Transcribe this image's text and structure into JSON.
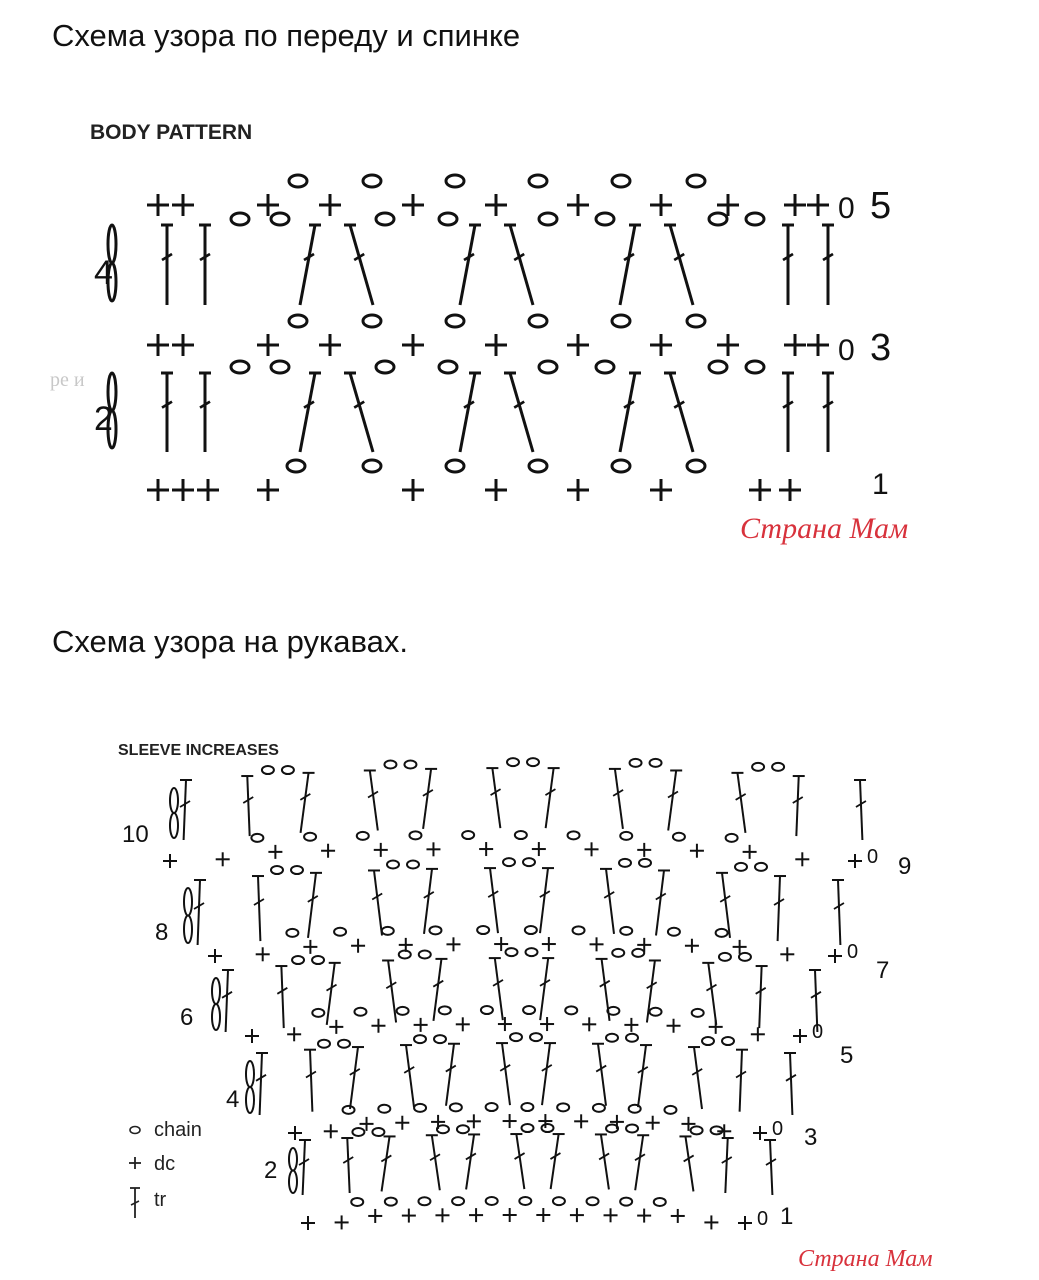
{
  "headings": {
    "front_back": "Схема узора по переду и спинке",
    "sleeves": "Схема узора на рукавах."
  },
  "faint_text": "ре и",
  "body_chart": {
    "title": "BODY PATTERN",
    "row_numbers": [
      "1",
      "2",
      "3",
      "4",
      "5"
    ],
    "watermark": "Страна Мам"
  },
  "sleeve_chart": {
    "title": "SLEEVE INCREASES",
    "row_numbers": [
      "1",
      "2",
      "3",
      "4",
      "5",
      "6",
      "7",
      "8",
      "9",
      "10"
    ],
    "legend": [
      {
        "symbol": "chain-icon",
        "label": "chain"
      },
      {
        "symbol": "dc-icon",
        "label": "dc"
      },
      {
        "symbol": "tr-icon",
        "label": "tr"
      }
    ],
    "watermark": "Страна Мам"
  },
  "colors": {
    "ink": "#111111",
    "watermark": "#d8323c"
  }
}
